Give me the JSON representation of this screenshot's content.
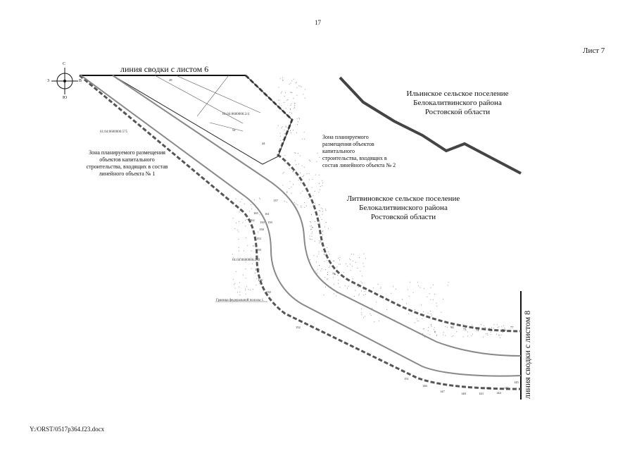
{
  "page": {
    "number": "17",
    "sheet_label": "Лист 7",
    "footer_path": "Y:/ORST/0517p364.f23.docx"
  },
  "compass": {
    "north": "С",
    "south": "Ю",
    "west": "З",
    "east": "В"
  },
  "merge_lines": {
    "top": "линия сводки с листом 6",
    "right": "линия сводки с листом 8"
  },
  "areas": {
    "ilyinskoe": [
      "Ильинское сельское поселение",
      "Белокалитвинского района",
      "Ростовской области"
    ],
    "litvinovskoe": [
      "Литвиновское сельское поселение",
      "Белокалитвинского района",
      "Ростовской области"
    ]
  },
  "zones": {
    "zone1": [
      "Зона планируемого размещения",
      "объектов капитального",
      "строительства, входящих в состав",
      "линейного объекта № 1"
    ],
    "zone2": [
      "Зона планируемого",
      "размещения объектов",
      "капитального",
      "строительства, входящих в",
      "состав линейного объекта № 2"
    ]
  },
  "small_labels": {
    "cadastral_1": "61:04:0600006:2/4",
    "cadastral_2": "61:04:0600006:575",
    "cadastral_3": "61:04:0600006:250",
    "boundary": "Граница федеральной полосы 1"
  },
  "point_numbers": [
    "28",
    "54",
    "44",
    "137",
    "165",
    "161",
    "150",
    "159",
    "158",
    "153",
    "139",
    "125",
    "138",
    "130",
    "162",
    "152",
    "151",
    "146",
    "147",
    "148",
    "145",
    "144",
    "143",
    "142",
    "141",
    "72",
    "94",
    "73",
    "74",
    "75",
    "76",
    "77"
  ],
  "colors": {
    "line": "#111111",
    "road_edge": "#888888",
    "border": "#444444",
    "dash": "#555555"
  }
}
